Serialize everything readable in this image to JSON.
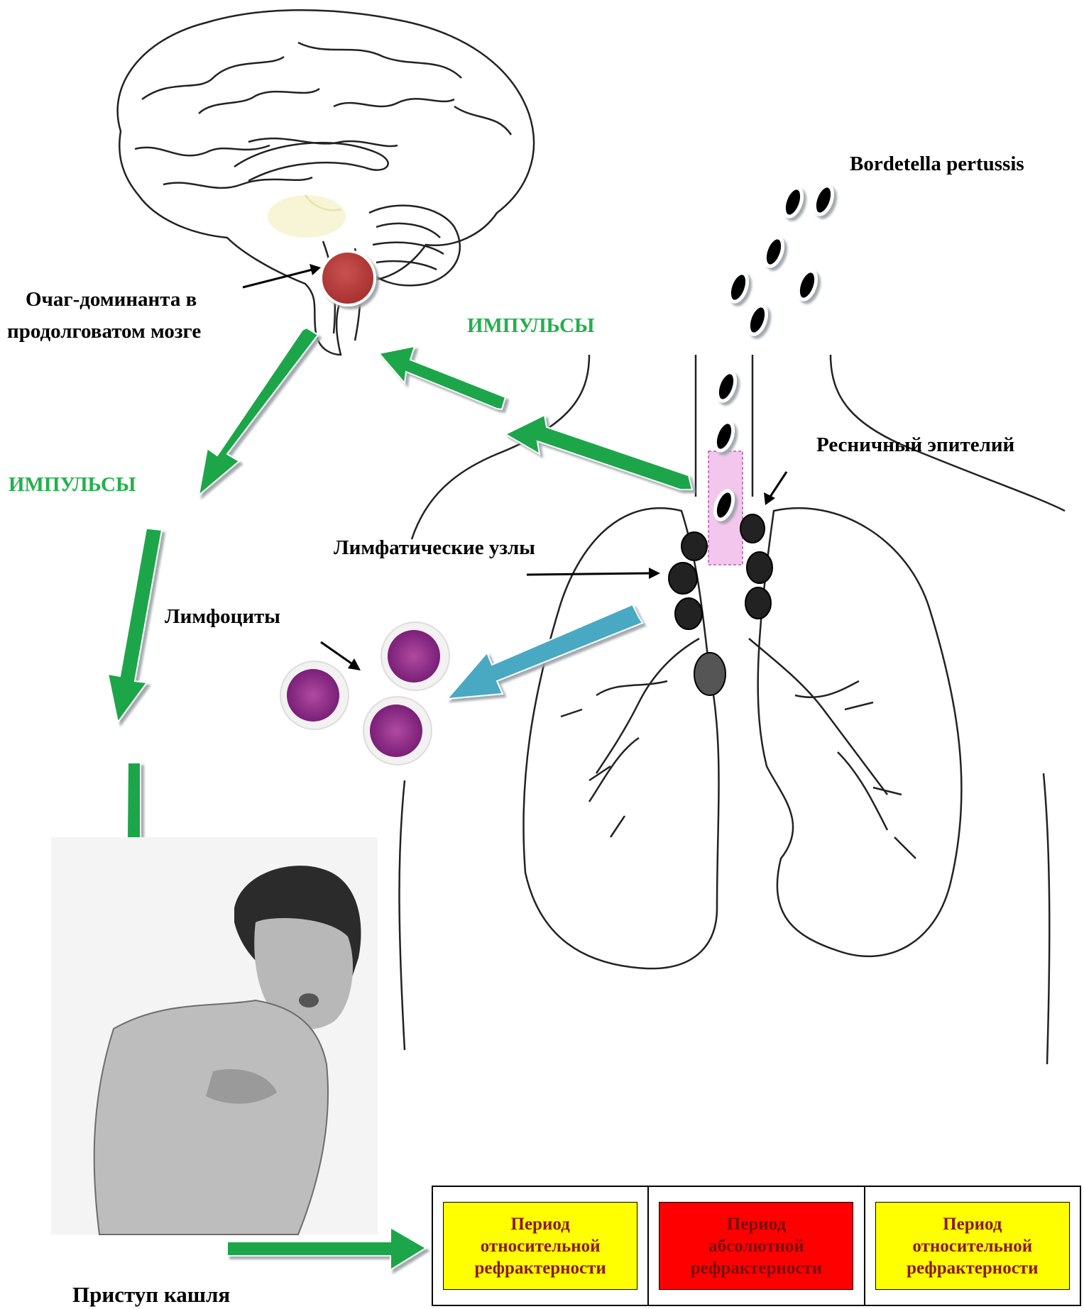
{
  "labels": {
    "bacterium": "Bordetella pertussis",
    "focus_line1": "Очаг-доминанта в",
    "focus_line2": "продолговатом мозге",
    "impulses_top": "ИМПУЛЬСЫ",
    "impulses_left": "ИМПУЛЬСЫ",
    "ciliated_epithelium": "Ресничный эпителий",
    "lymph_nodes": "Лимфатические узлы",
    "lymphocytes": "Лимфоциты",
    "cough_attack": "Приступ кашля"
  },
  "periods": [
    {
      "line1": "Период",
      "line2": "относительной",
      "line3": "рефрактерности",
      "color": "#ffff00"
    },
    {
      "line1": "Период",
      "line2": "абсолютной",
      "line3": "рефрактерности",
      "color": "#ff0000"
    },
    {
      "line1": "Период",
      "line2": "относительной",
      "line3": "рефрактерности",
      "color": "#ffff00"
    }
  ],
  "colors": {
    "impulse_arrow": "#1aa64a",
    "lymphocyte_arrow": "#4aa9c2",
    "focus": "#b5403e",
    "label_green": "#22b14c"
  }
}
